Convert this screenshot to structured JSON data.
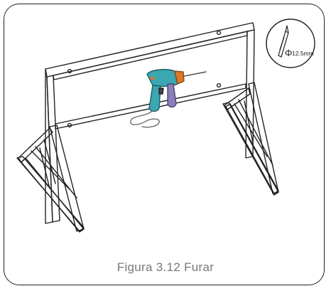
{
  "figure": {
    "caption": "Figura 3.12 Furar"
  },
  "callout": {
    "phi_symbol": "Φ",
    "drill_bit_diameter": "12.5mm",
    "icon": "drill-bit-icon"
  },
  "illustration": {
    "subject": "frame-stand-icon",
    "tool": "power-drill-icon"
  },
  "colors": {
    "line": "#222222",
    "caption": "#777777",
    "drill_body": "#3aa7b3",
    "drill_handle": "#8a7fb8",
    "drill_chuck": "#d9782a"
  }
}
